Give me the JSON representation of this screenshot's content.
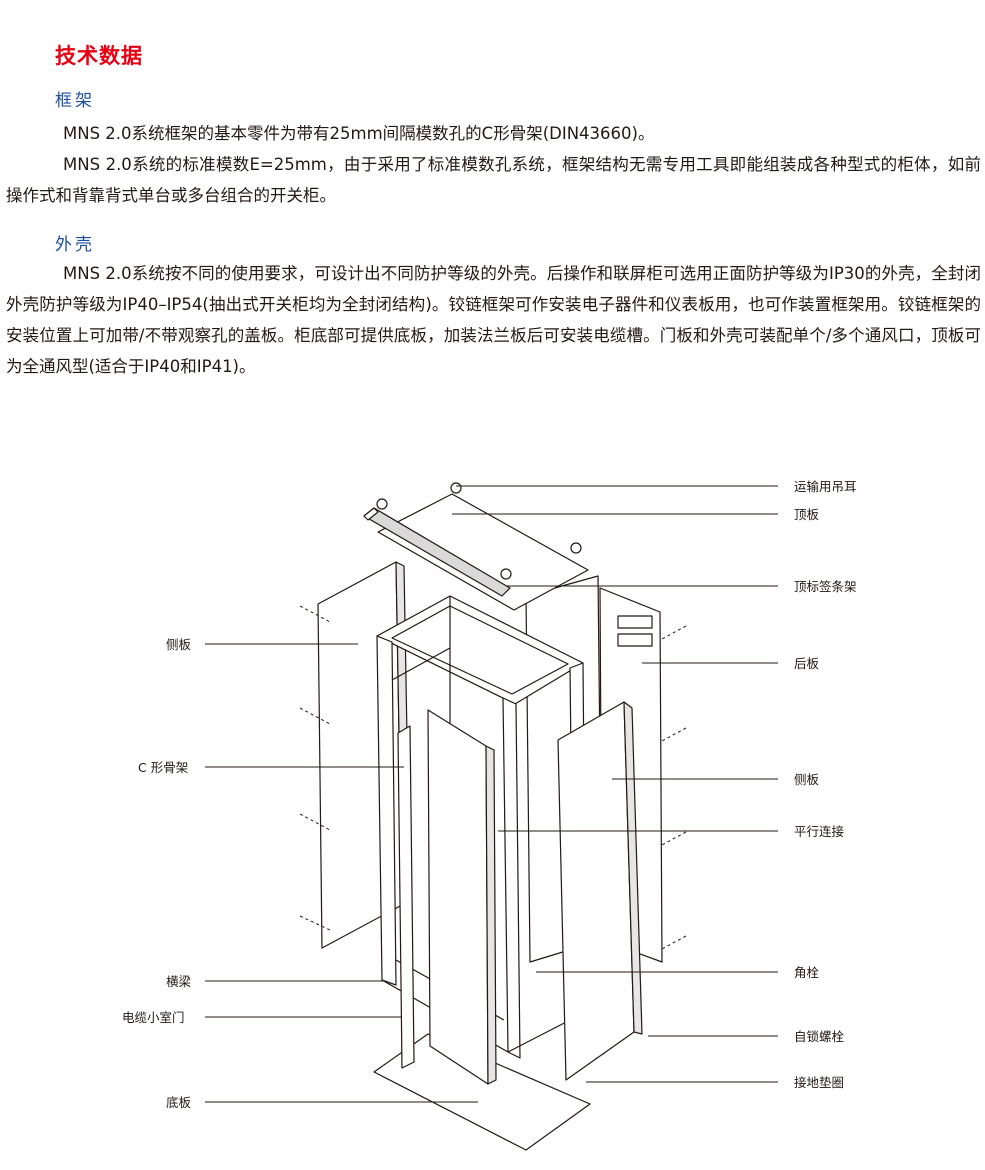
{
  "page": {
    "title": "技术数据"
  },
  "sections": [
    {
      "heading": "框架",
      "paragraphs": [
        "MNS 2.0系统框架的基本零件为带有25mm间隔模数孔的C形骨架(DIN43660)。",
        "MNS 2.0系统的标准模数E=25mm，由于采用了标准模数孔系统，框架结构无需专用工具即能组装成各种型式的柜体，如前操作式和背靠背式单台或多台组合的开关柜。"
      ]
    },
    {
      "heading": "外壳",
      "paragraphs": [
        "MNS 2.0系统按不同的使用要求，可设计出不同防护等级的外壳。后操作和联屏柜可选用正面防护等级为IP30的外壳，全封闭外壳防护等级为IP40–IP54(抽出式开关柜均为全封闭结构)。铰链框架可作安装电子器件和仪表板用，也可作装置框架用。铰链框架的安装位置上可加带/不带观察孔的盖板。柜底部可提供底板，加装法兰板后可安装电缆槽。门板和外壳可装配单个/多个通风口，顶板可为全通风型(适合于IP40和IP41)。"
      ]
    }
  ],
  "diagram": {
    "left_labels": [
      "侧板",
      "C 形骨架",
      "横梁",
      "电缆小室门",
      "底板"
    ],
    "right_labels": [
      "运输用吊耳",
      "顶板",
      "顶标签条架",
      "后板",
      "侧板",
      "平行连接",
      "角栓",
      "自锁螺栓",
      "接地垫圈"
    ]
  }
}
